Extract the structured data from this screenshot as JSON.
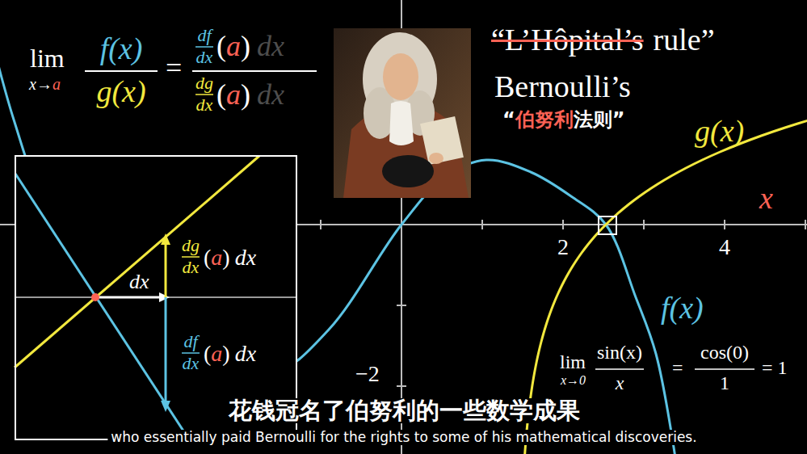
{
  "diagram": {
    "nodes": [
      {
        "text": [
          "dx",
          "dg",
          "dx",
          "(",
          "a",
          ")",
          "dx",
          "df",
          "dx",
          "(",
          "a",
          ")",
          "dx"
        ]
      }
    ],
    "labels": [
      "lim",
      "x→",
      "a",
      "f(x)",
      "g(x)",
      "=",
      "df",
      "dx",
      "(",
      "a",
      ")",
      "dx",
      "dg",
      "dx",
      "(",
      "a",
      ")",
      "dx",
      "“L’Hôpital’s",
      "rule”",
      "Bernoulli’s",
      "“",
      "伯努利",
      "法则”",
      "g(x)",
      "x",
      "2",
      "4",
      "−2",
      "f(x)",
      "lim",
      "x→0",
      "sin(x)",
      "x",
      "=",
      "cos(0)",
      "1",
      "= 1",
      "花钱冠名了伯努利的一些数学成果",
      "who essentially paid Bernoulli for the rights to some of his mathematical discoveries."
    ]
  }
}
